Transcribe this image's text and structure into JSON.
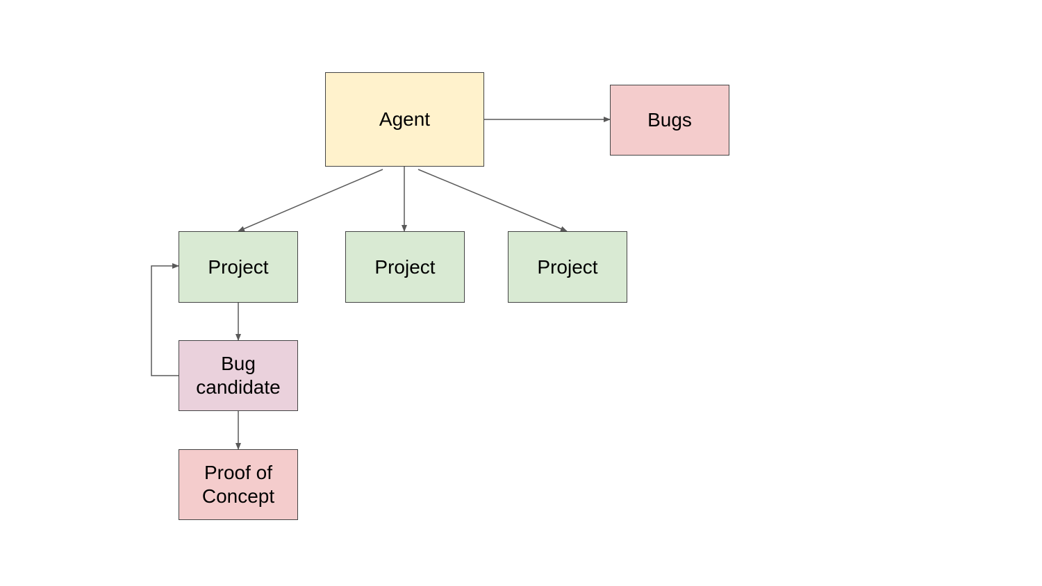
{
  "diagram": {
    "nodes": {
      "agent": {
        "label": "Agent",
        "color": "#fff2cc"
      },
      "bugs": {
        "label": "Bugs",
        "color": "#f4cccc"
      },
      "project_1": {
        "label": "Project",
        "color": "#d9ead3"
      },
      "project_2": {
        "label": "Project",
        "color": "#d9ead3"
      },
      "project_3": {
        "label": "Project",
        "color": "#d9ead3"
      },
      "bug_candidate": {
        "label": "Bug\ncandidate",
        "color": "#ead1dc"
      },
      "proof_of_concept": {
        "label": "Proof of\nConcept",
        "color": "#f4cccc"
      }
    },
    "edges": [
      {
        "from": "agent",
        "to": "bugs"
      },
      {
        "from": "agent",
        "to": "project_1"
      },
      {
        "from": "agent",
        "to": "project_2"
      },
      {
        "from": "agent",
        "to": "project_3"
      },
      {
        "from": "project_1",
        "to": "bug_candidate"
      },
      {
        "from": "bug_candidate",
        "to": "project_1"
      },
      {
        "from": "bug_candidate",
        "to": "proof_of_concept"
      }
    ],
    "line_color": "#595959",
    "border_color": "#434343"
  }
}
